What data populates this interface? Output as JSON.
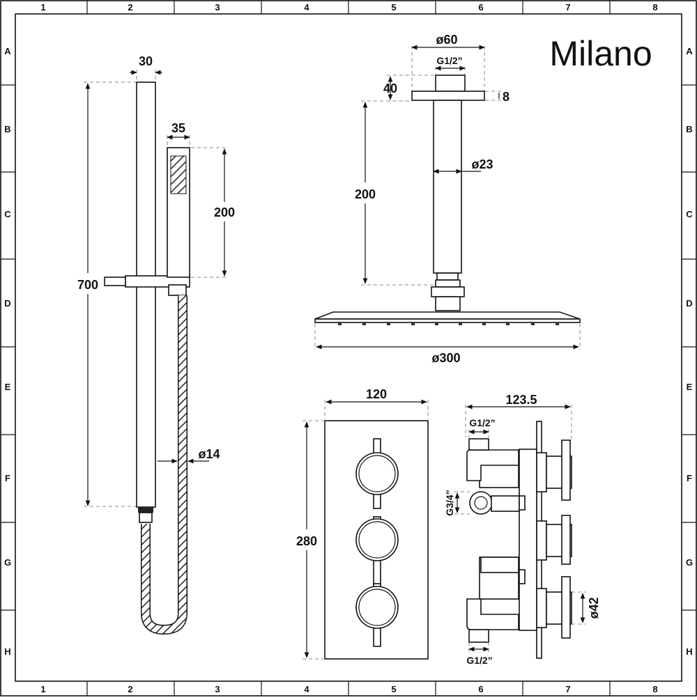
{
  "brand": {
    "name": "Milano"
  },
  "grid": {
    "columns": [
      "1",
      "2",
      "3",
      "4",
      "5",
      "6",
      "7",
      "8"
    ],
    "rows": [
      "A",
      "B",
      "C",
      "D",
      "E",
      "F",
      "G",
      "H"
    ]
  },
  "riser_rail": {
    "width_label": "30",
    "height_label": "700",
    "handset_width_label": "35",
    "handset_height_label": "200",
    "hose_diameter_label": "ø14"
  },
  "ceiling_arm": {
    "flange_diameter_label": "ø60",
    "thread_label": "G1/2”",
    "flange_offset_label": "40",
    "flange_thickness_label": "8",
    "arm_length_label": "200",
    "arm_diameter_label": "ø23",
    "head_diameter_label": "ø300"
  },
  "valve_front": {
    "width_label": "120",
    "height_label": "280"
  },
  "valve_side": {
    "depth_label": "123.5",
    "top_thread_label": "G1/2”",
    "inlet_thread_label": "G3/4”",
    "handle_diameter_label": "ø42",
    "bottom_thread_label": "G1/2”"
  }
}
